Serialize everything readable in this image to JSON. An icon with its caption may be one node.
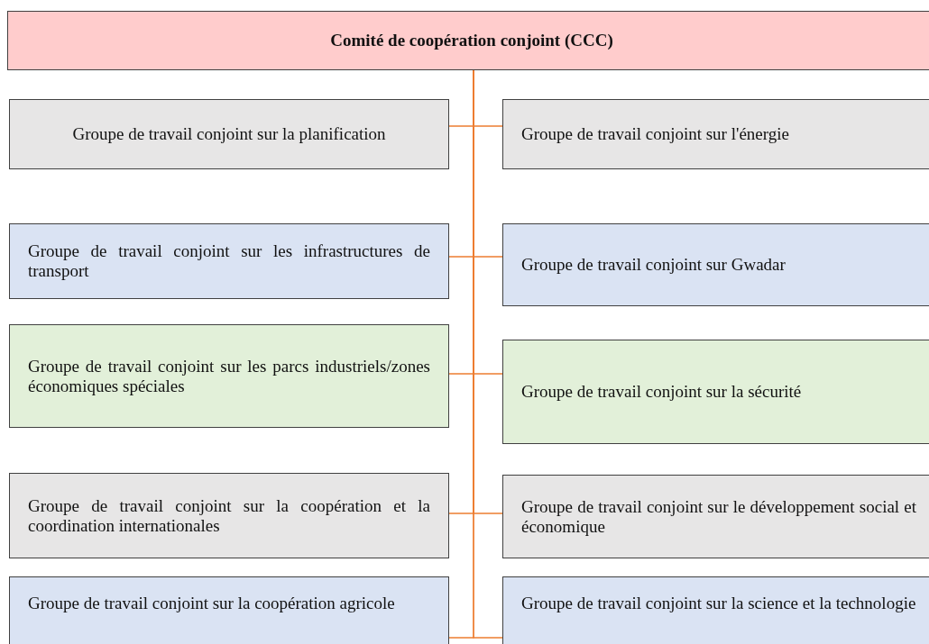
{
  "diagram": {
    "nodes": [
      {
        "text": [
          "Comité de coopération conjoint (CCC)"
        ]
      },
      {
        "text": [
          "Groupe de travail conjoint sur la planification"
        ]
      },
      {
        "text": [
          "Groupe de travail conjoint sur l'énergie"
        ]
      },
      {
        "text": [
          "Groupe de travail conjoint sur les infrastructures de transport"
        ]
      },
      {
        "text": [
          "Groupe de travail conjoint sur Gwadar"
        ]
      },
      {
        "text": [
          "Groupe de travail conjoint sur les parcs industriels/zones économiques spéciales"
        ]
      },
      {
        "text": [
          "Groupe de travail conjoint sur la sécurité"
        ]
      },
      {
        "text": [
          "Groupe de travail conjoint sur la coopération et la coordination internationales"
        ]
      },
      {
        "text": [
          "Groupe de travail conjoint sur le développement social et économique"
        ]
      },
      {
        "text": [
          "Groupe de travail conjoint sur la coopération agricole"
        ]
      },
      {
        "text": [
          "Groupe de travail conjoint sur la science et la technologie"
        ]
      }
    ],
    "edges": [
      {
        "from": 0,
        "to": 1,
        "arrow": "none"
      },
      {
        "from": 0,
        "to": 2,
        "arrow": "none"
      },
      {
        "from": 0,
        "to": 3,
        "arrow": "none"
      },
      {
        "from": 0,
        "to": 4,
        "arrow": "none"
      },
      {
        "from": 0,
        "to": 5,
        "arrow": "none"
      },
      {
        "from": 0,
        "to": 6,
        "arrow": "none"
      },
      {
        "from": 0,
        "to": 7,
        "arrow": "none"
      },
      {
        "from": 0,
        "to": 8,
        "arrow": "none"
      },
      {
        "from": 0,
        "to": 9,
        "arrow": "none"
      },
      {
        "from": 0,
        "to": 10,
        "arrow": "none"
      }
    ]
  }
}
